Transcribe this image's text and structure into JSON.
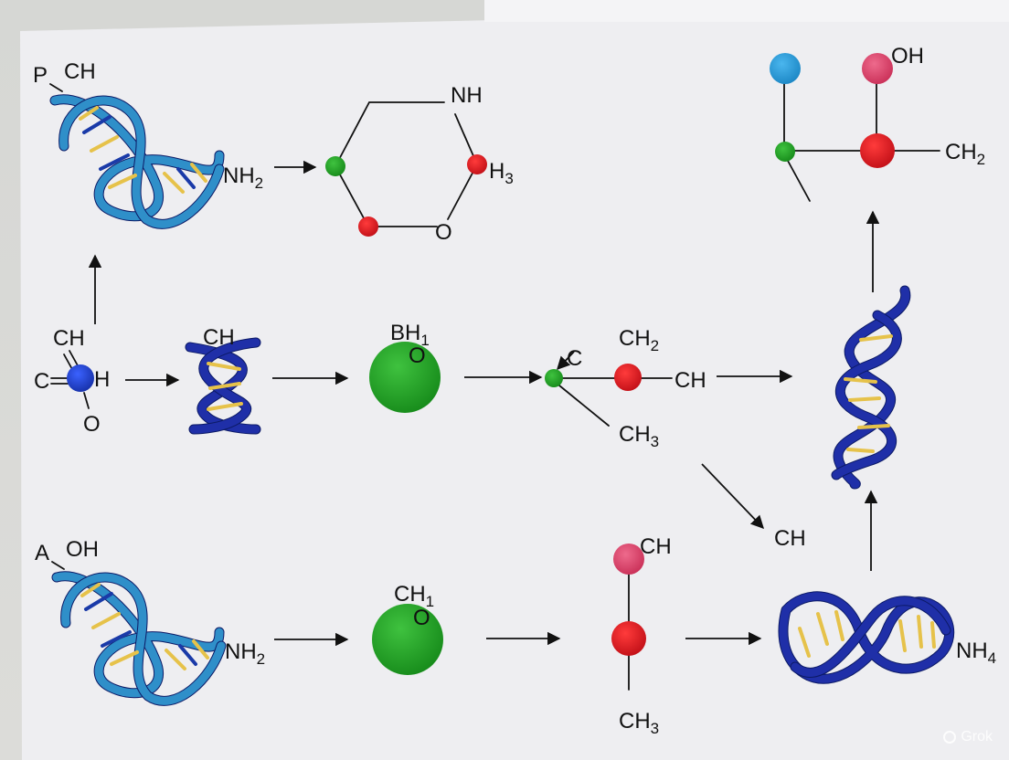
{
  "diagram": {
    "labels": {
      "dna_top_p": "P",
      "dna_top_ch": "CH",
      "dna_top_nh": "NH",
      "dna_top_nh_sub": "2",
      "ring_nh": "NH",
      "ring_h3": "H",
      "ring_h3_sub": "3",
      "ring_o": "O",
      "mol_ch": "CH",
      "mol_c": "C",
      "mol_h": "H",
      "mol_o": "O",
      "helix_ch": "CH",
      "bh_label": "BH",
      "bh_sub": "1",
      "bh_o": "O",
      "branch_c": "C",
      "branch_ch2": "CH",
      "branch_ch2_sub": "2",
      "branch_ch": "CH",
      "branch_ch3": "CH",
      "branch_ch3_sub": "3",
      "mid_right_ch": "CH",
      "top_right_oh": "OH",
      "top_right_ch2": "CH",
      "top_right_ch2_sub": "2",
      "dna_bot_a": "A",
      "dna_bot_oh": "OH",
      "dna_bot_nh": "NH",
      "dna_bot_nh_sub": "2",
      "ch1_label": "CH",
      "ch1_sub": "1",
      "ch1_o": "O",
      "bot_ch": "CH",
      "bot_ch3": "CH",
      "bot_ch3_sub": "3",
      "bot_right_nh": "NH",
      "bot_right_nh_sub": "4"
    },
    "colors": {
      "green": "#1f9a23",
      "red": "#d81620",
      "blue": "#1d3fc7",
      "cyan": "#2a9bd8",
      "pink": "#d9436a",
      "paper": "#eeeef0"
    }
  },
  "watermark": {
    "icon": "grok-icon",
    "text": "Grok"
  }
}
